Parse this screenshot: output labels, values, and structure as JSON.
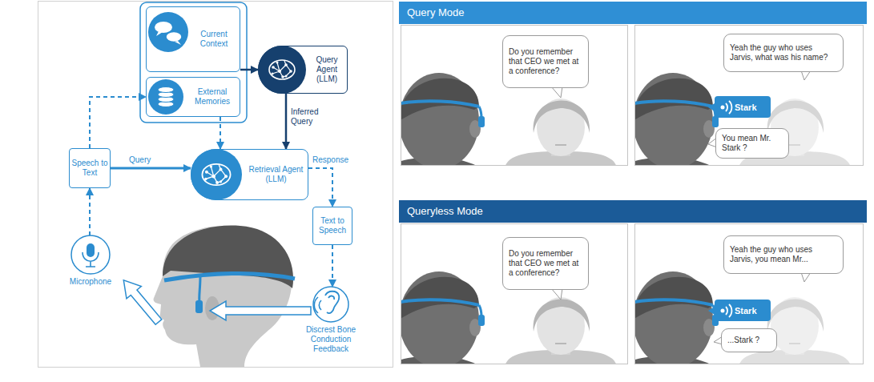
{
  "diagram": {
    "nodes": [
      {
        "text": [
          "Current Context"
        ]
      },
      {
        "text": [
          "External Memories"
        ]
      },
      {
        "text": [
          "Query Agent (LLM)"
        ]
      },
      {
        "text": [
          "Speech to Text"
        ]
      },
      {
        "text": [
          "Retrieval Agent (LLM)"
        ]
      },
      {
        "text": [
          "Text to Speech"
        ]
      },
      {
        "text": [
          "Microphone"
        ]
      },
      {
        "text": [
          "Discrest Bone Conduction Feedback"
        ]
      },
      {
        "text": [
          "Query Mode"
        ]
      },
      {
        "text": [
          "Do you remember that CEO we met at a conference?"
        ]
      },
      {
        "text": [
          "Yeah the guy who uses Jarvis, what was his name?"
        ]
      },
      {
        "text": [
          "Stark"
        ]
      },
      {
        "text": [
          "You mean Mr. Stark ?"
        ]
      },
      {
        "text": [
          "Queryless Mode"
        ]
      },
      {
        "text": [
          "Do you remember that CEO we met at a conference?"
        ]
      },
      {
        "text": [
          "Yeah the guy who uses Jarvis, you mean Mr..."
        ]
      },
      {
        "text": [
          "Stark"
        ]
      },
      {
        "text": [
          "...Stark ?"
        ]
      }
    ],
    "edges": [
      {
        "from": 0,
        "to": 2,
        "arrow": "to"
      },
      {
        "from": 2,
        "to": 4,
        "label": "Inferred Query",
        "arrow": "to"
      },
      {
        "from": 3,
        "to": 4,
        "label": "Query",
        "arrow": "to"
      },
      {
        "from": 3,
        "to": 1,
        "arrow": "to"
      },
      {
        "from": 1,
        "to": 4,
        "arrow": "to"
      },
      {
        "from": 4,
        "to": 5,
        "label": "Response",
        "arrow": "to"
      },
      {
        "from": 5,
        "to": 7,
        "arrow": "to"
      },
      {
        "from": 6,
        "to": 3,
        "arrow": "to"
      }
    ]
  }
}
